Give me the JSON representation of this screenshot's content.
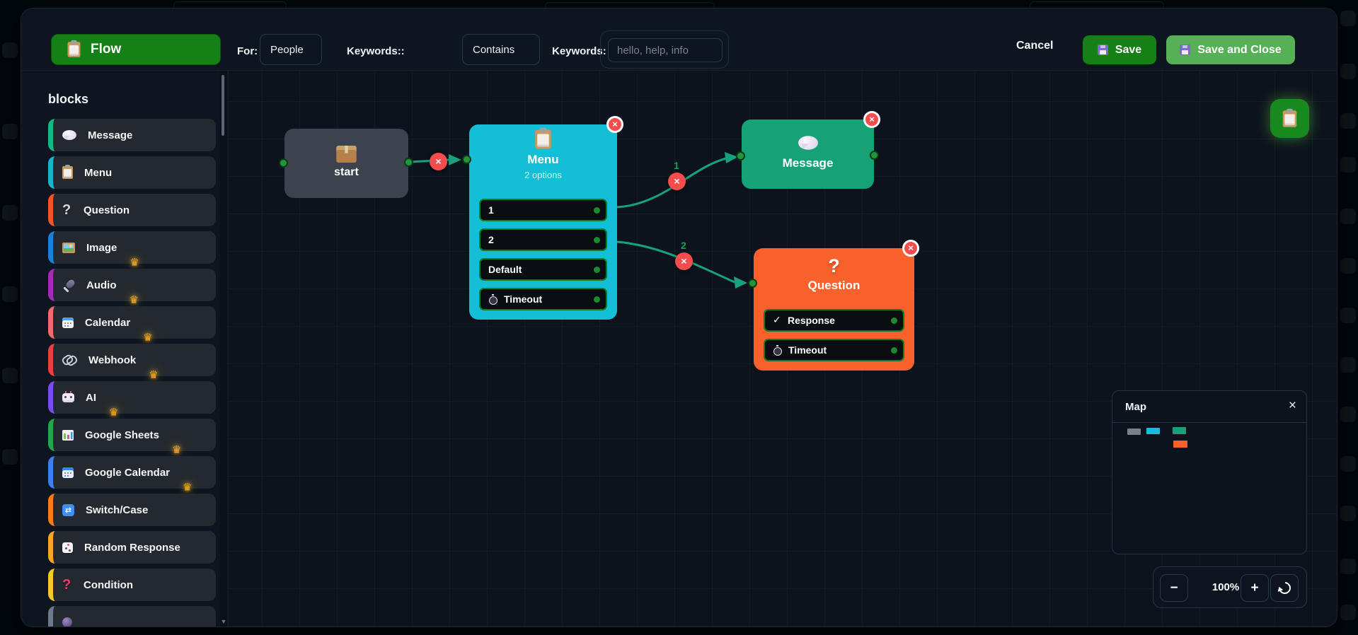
{
  "toolbar": {
    "flow_label": "Flow",
    "flow_icon": "clipboard",
    "for_label": "For:",
    "for_value": "People",
    "keywords_type_label": "Keywords::",
    "keywords_type_value": "Contains",
    "keywords_label": "Keywords:",
    "keywords_value": "",
    "keywords_placeholder": "hello, help, info",
    "cancel_label": "Cancel",
    "save_label": "Save",
    "save_icon": "floppy",
    "save_and_close_label": "Save and Close",
    "save_and_close_icon": "floppy"
  },
  "sidebar": {
    "title": "blocks",
    "premium_icon": "crown",
    "scroll_down_icon": "▼",
    "items": [
      {
        "label": "Message",
        "icon": "speech-balloon",
        "color": "#12b886",
        "premium": false
      },
      {
        "label": "Menu",
        "icon": "clipboard",
        "color": "#15b5cf",
        "premium": false
      },
      {
        "label": "Question",
        "icon": "question-gray",
        "color": "#f4512c",
        "premium": false
      },
      {
        "label": "Image",
        "icon": "framed-picture",
        "color": "#1981d8",
        "premium": true
      },
      {
        "label": "Audio",
        "icon": "microphone",
        "color": "#a62ab8",
        "premium": true
      },
      {
        "label": "Calendar",
        "icon": "calendar",
        "color": "#f36a6a",
        "premium": true
      },
      {
        "label": "Webhook",
        "icon": "link",
        "color": "#ee3f3f",
        "premium": true
      },
      {
        "label": "AI",
        "icon": "robot",
        "color": "#7a4bf0",
        "premium": true
      },
      {
        "label": "Google Sheets",
        "icon": "bar-chart",
        "color": "#27a348",
        "premium": true
      },
      {
        "label": "Google Calendar",
        "icon": "calendar-blue",
        "color": "#3d7ff0",
        "premium": true
      },
      {
        "label": "Switch/Case",
        "icon": "shuffle",
        "color": "#f97a16",
        "premium": false
      },
      {
        "label": "Random Response",
        "icon": "game-die",
        "color": "#f5a623",
        "premium": false
      },
      {
        "label": "Condition",
        "icon": "question-red",
        "color": "#f7c822",
        "premium": false
      },
      {
        "label": "",
        "icon": "orb",
        "color": "#6b7a8c",
        "premium": false
      }
    ]
  },
  "canvas": {
    "start_node": {
      "label": "start",
      "icon": "package"
    },
    "menu_node": {
      "title": "Menu",
      "subtitle": "2 options",
      "icon": "clipboard",
      "options": [
        {
          "label": "1"
        },
        {
          "label": "2"
        },
        {
          "label": "Default"
        },
        {
          "label": "Timeout",
          "icon": "stopwatch"
        }
      ]
    },
    "message_node": {
      "title": "Message",
      "icon": "speech-balloon"
    },
    "question_node": {
      "title": "Question",
      "icon": "question-white",
      "options": [
        {
          "label": "Response",
          "icon": "check"
        },
        {
          "label": "Timeout",
          "icon": "stopwatch"
        }
      ]
    },
    "edge_labels": [
      "1",
      "2"
    ],
    "delete_icon": "×",
    "add_block_icon": "clipboard"
  },
  "minimap": {
    "title": "Map",
    "close_icon": "×",
    "node_colors": {
      "start": "#7a8087",
      "menu": "#14bed6",
      "message": "#16a276",
      "question": "#f8602c"
    }
  },
  "zoom_controls": {
    "zoom_out_label": "−",
    "zoom_level": "100%",
    "zoom_in_label": "+",
    "reset_icon": "reset"
  },
  "colors": {
    "accent_green": "#158015",
    "light_green": "#56b156",
    "edge_green": "#16a37c",
    "delete_red": "#f54d4d",
    "node_menu": "#14bed6",
    "node_message": "#16a276",
    "node_question": "#f8602c",
    "node_start": "#3a434e"
  }
}
